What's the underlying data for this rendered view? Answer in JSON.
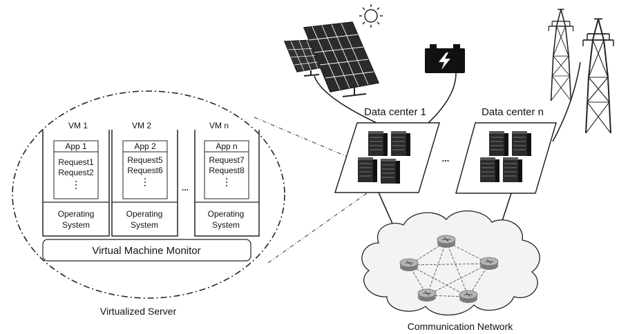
{
  "vms": [
    {
      "title": "VM 1",
      "app": "App 1",
      "requests": [
        "Request1",
        "Request2"
      ],
      "os_line1": "Operating",
      "os_line2": "System"
    },
    {
      "title": "VM 2",
      "app": "App 2",
      "requests": [
        "Request5",
        "Request6"
      ],
      "os_line1": "Operating",
      "os_line2": "System"
    },
    {
      "title": "VM n",
      "app": "App n",
      "requests": [
        "Request7",
        "Request8"
      ],
      "os_line1": "Operating",
      "os_line2": "System"
    }
  ],
  "vm_gap_dots": "...",
  "vmm_label": "Virtual Machine Monitor",
  "server_label": "Virtualized Server",
  "datacenters": [
    {
      "label": "Data center 1"
    },
    {
      "label": "Data center  n"
    }
  ],
  "dc_gap_dots": "...",
  "network_label": "Communication Network",
  "icons": [
    "sun-icon",
    "solar-panel-icon",
    "battery-icon",
    "power-tower-icon",
    "server-rack-icon",
    "router-icon",
    "cloud-icon"
  ]
}
